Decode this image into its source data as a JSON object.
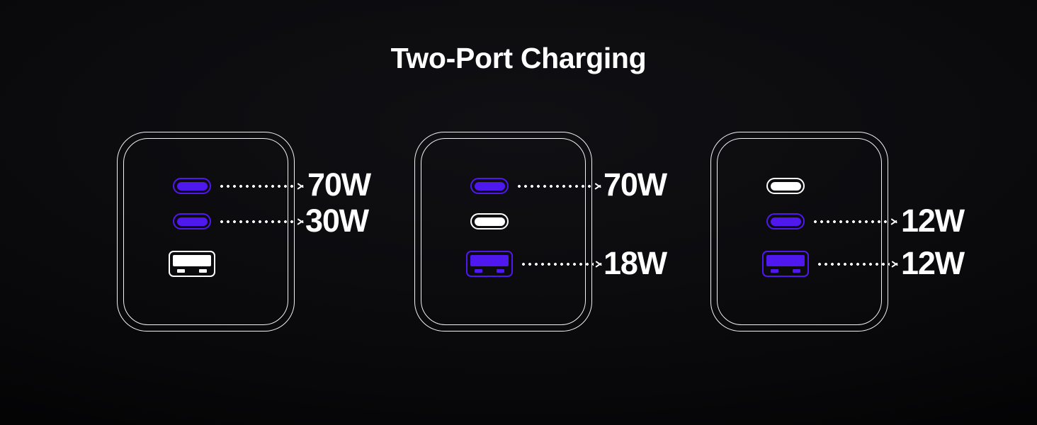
{
  "page": {
    "background_color": "#0a0a0c",
    "accent_color": "#4f18ee",
    "inactive_color": "#ffffff"
  },
  "header": {
    "title": "Two-Port Charging"
  },
  "chargers": [
    {
      "id": "charger-1",
      "name": "charger-left",
      "ports": [
        {
          "type": "usb-c",
          "state": "active",
          "label": "70W",
          "has_leader": true
        },
        {
          "type": "usb-c",
          "state": "active",
          "label": "30W",
          "has_leader": true
        },
        {
          "type": "usb-a",
          "state": "inactive",
          "label": "",
          "has_leader": false
        }
      ]
    },
    {
      "id": "charger-2",
      "name": "charger-middle",
      "ports": [
        {
          "type": "usb-c",
          "state": "active",
          "label": "70W",
          "has_leader": true
        },
        {
          "type": "usb-c",
          "state": "inactive",
          "label": "",
          "has_leader": false
        },
        {
          "type": "usb-a",
          "state": "active",
          "label": "18W",
          "has_leader": true
        }
      ]
    },
    {
      "id": "charger-3",
      "name": "charger-right",
      "ports": [
        {
          "type": "usb-c",
          "state": "inactive",
          "label": "",
          "has_leader": false
        },
        {
          "type": "usb-c",
          "state": "active",
          "label": "12W",
          "has_leader": true
        },
        {
          "type": "usb-a",
          "state": "active",
          "label": "12W",
          "has_leader": true
        }
      ]
    }
  ]
}
